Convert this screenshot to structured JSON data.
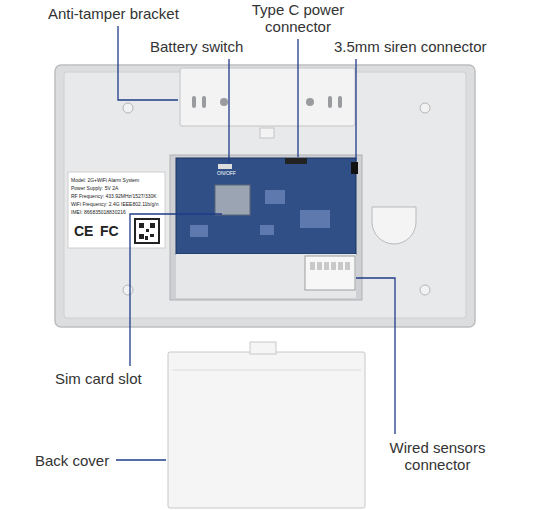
{
  "diagram": {
    "labels": [
      "Anti-tamper bracket",
      "Type C power connector",
      "Battery switch",
      "3.5mm siren connector",
      "Sim card slot",
      "Back cover",
      "Wired sensors connector",
      "ON/OFF",
      "Model: 2G+WiFi Alarm System",
      "Power Supply: 5V 2A",
      "RF Frequency: 433.92MHz/1527/330K",
      "WiFi Frequency: 2.4G IEEE802.11b/g/n",
      "IMEI: 866835018830216",
      "CE",
      "FC"
    ]
  }
}
